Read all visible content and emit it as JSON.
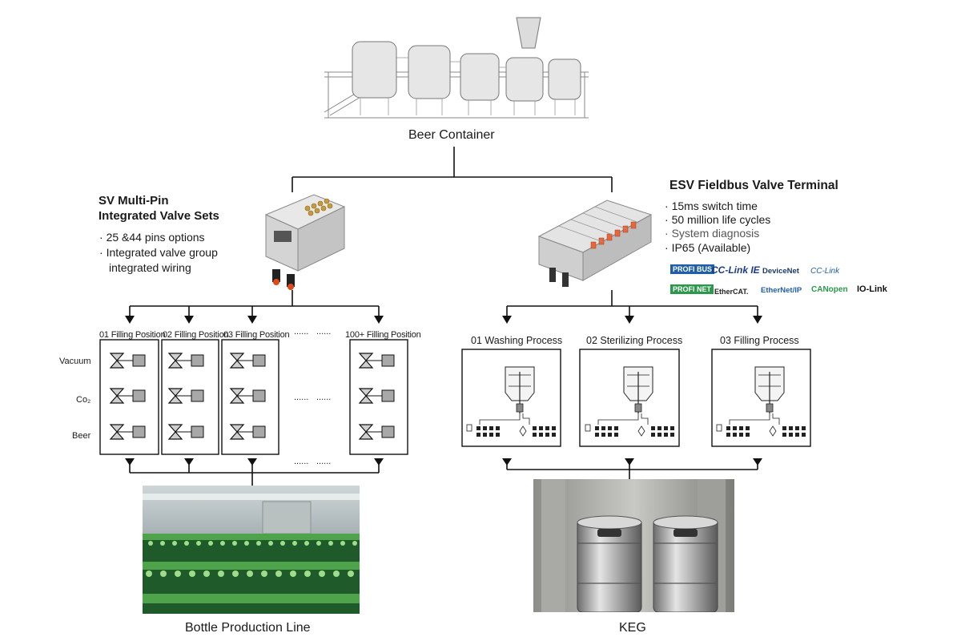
{
  "top": {
    "caption": "Beer Container"
  },
  "left_product": {
    "title_line1": "SV Multi-Pin",
    "title_line2": "Integrated Valve Sets",
    "bullets": [
      "25 &44 pins options",
      "Integrated valve group",
      "integrated wiring"
    ]
  },
  "right_product": {
    "title": "ESV Fieldbus Valve Terminal",
    "bullets": [
      "15ms switch time",
      "50 million life cycles",
      "System diagnosis",
      "IP65  (Available)"
    ],
    "protocols": {
      "profibus": "PROFI BUS",
      "cclink_ie": "CC-Link IE",
      "devicenet": "DeviceNet",
      "cclink": "CC-Link",
      "profinet": "PROFI NET",
      "ethercat": "EtherCAT.",
      "ethernetip": "EtherNet/IP",
      "canopen": "CANopen",
      "iolink": "IO-Link"
    }
  },
  "filling": {
    "positions": [
      "01 Filling Position",
      "02 Filling Position",
      "03 Filling Position",
      "100+ Filling Position"
    ],
    "ellipsis": "......",
    "media": [
      "Vacuum",
      "Co₂",
      "Beer"
    ]
  },
  "processes": [
    "01  Washing Process",
    "02  Sterilizing Process",
    "03 Filling Process"
  ],
  "bottom": {
    "left_caption": "Bottle Production Line",
    "right_caption": "KEG"
  },
  "colors": {
    "profibus": "#1f5fa8",
    "profinet": "#2a9a4a",
    "canopen": "#2a9a4a",
    "ethernetip": "#1f5fa8",
    "cclink": "#1f5fa8",
    "ethercat": "#222222",
    "cclink_ie_accent": "#d42020"
  }
}
